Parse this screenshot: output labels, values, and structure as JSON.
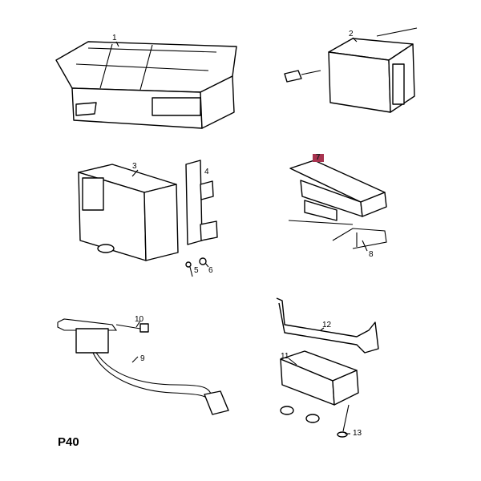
{
  "page_code": "P40",
  "highlight_color": "#a8334f",
  "parts": [
    {
      "label": "1"
    },
    {
      "label": "2"
    },
    {
      "label": "3"
    },
    {
      "label": "4"
    },
    {
      "label": "5"
    },
    {
      "label": "6"
    },
    {
      "label": "7",
      "highlighted": true
    },
    {
      "label": "8"
    },
    {
      "label": "9"
    },
    {
      "label": "10"
    },
    {
      "label": "11"
    },
    {
      "label": "12"
    },
    {
      "label": "13"
    }
  ]
}
